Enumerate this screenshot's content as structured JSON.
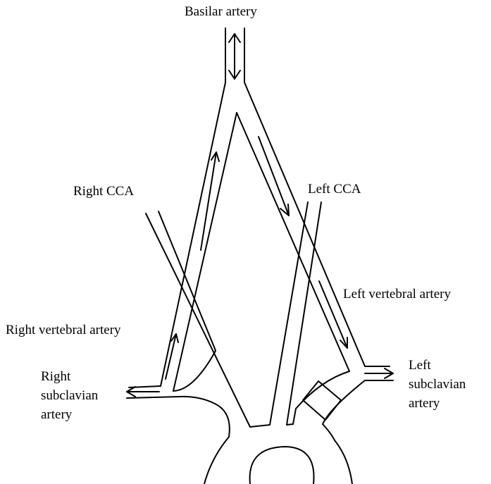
{
  "labels": {
    "basilar": "Basilar  artery",
    "right_cca": "Right  CCA",
    "left_cca": "Left CCA",
    "left_vertebral": "Left vertebral artery",
    "right_vertebral": "Right vertebral artery",
    "right_subclavian": [
      "Right",
      "subclavian",
      "artery"
    ],
    "left_subclavian": [
      "Left",
      "subclavian",
      "artery"
    ]
  },
  "colors": {
    "stroke": "#000000",
    "occlusion_fill": "#808080"
  }
}
